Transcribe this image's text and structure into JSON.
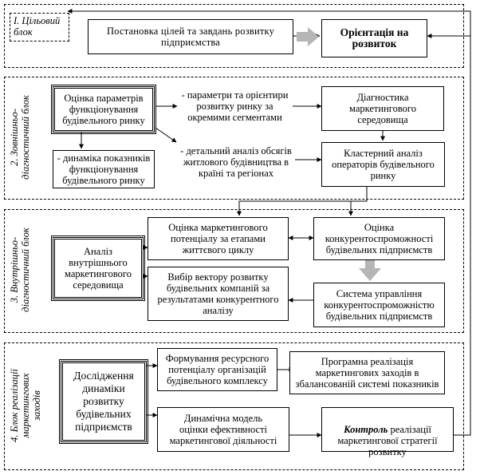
{
  "blocks": {
    "b1": {
      "label": "І. Цільовий\nблок"
    },
    "b2": {
      "label_line1": "2. Зовнішньо-",
      "label_line2": "діагностичний блок"
    },
    "b3": {
      "label_line1": "3. Внутрішньо-",
      "label_line2": "діагностичний блок"
    },
    "b4": {
      "label_line1": "4. Блок реалізації",
      "label_line2": "маркетингових",
      "label_line3": "заходів"
    }
  },
  "nodes": {
    "goals": "Постановка цілей та завдань розвитку\nпідприємства",
    "orientation": "Орієнтація на\nрозвиток",
    "market_eval": "Оцінка параметрів\nфункціонування\nбудівельного ринку",
    "params_segments": "- параметри та орієнтири\nрозвитку ринку за\nокремими сегментами",
    "mkt_diagnostics": "Діагностика\nмаркетингового\nсередовища",
    "dynamics_indicators": "- динаміка показників\nфункціонування\nбудівельного ринку",
    "housing_analysis": "- детальний аналіз обсягів\nжитлового будівництва в\nкраїні та регіонах",
    "cluster_analysis": "Кластерний аналіз\nоператорів будівельного\nринку",
    "internal_analysis": "Аналіз\nвнутрішнього\nмаркетингового\nсередовища",
    "potential_eval": "Оцінка маркетингового\nпотенціалу за етапами\nжиттєвого циклу",
    "competitiveness_eval": "Оцінка\nконкурентоспроможності\nбудівельних підприємств",
    "vector_choice": "Вибір вектору розвитку\nбудівельних компаній за\nрезультатами конкурентного\nаналізу",
    "mgmt_system": "Система управління\nконкурентоспроможністю\nбудівельних підприємств",
    "dynamics_research": "Дослідження\nдинаміки\nрозвитку\nбудівельних\nпідприємств",
    "resource_potential": "Формування ресурсного\nпотенціалу організацій\nбудівельного комплексу",
    "program_impl": "Програмна реалізація\nмаркетингових заходів в\nзбалансованій системі показників",
    "dynamic_model": "Динамічна модель\nоцінки ефективності\nмаркетингової діяльності",
    "control_bold": "Контроль",
    "control_rest": " реалізації\nмаркетингової стратегії\nрозвитку"
  },
  "colors": {
    "line": "#000000",
    "block_arrow": "#b5b5b5"
  }
}
